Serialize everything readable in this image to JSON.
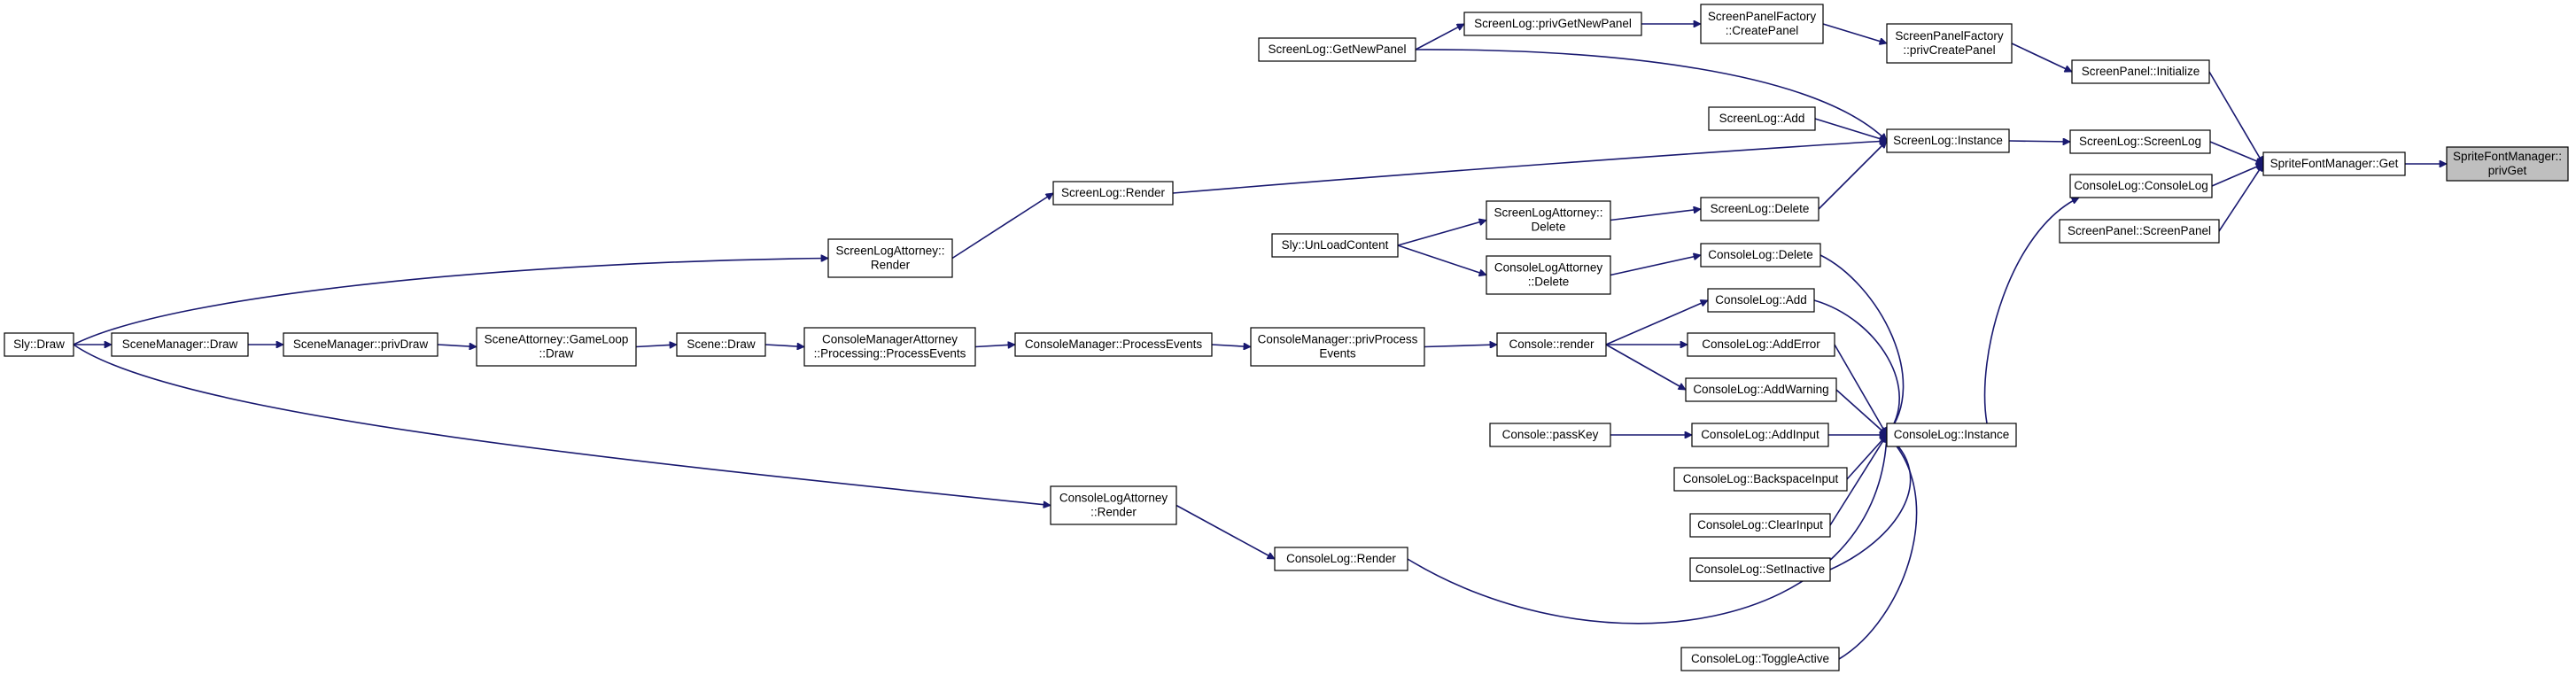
{
  "diagram": {
    "kind": "call-graph",
    "colors": {
      "edge": "#191970",
      "node_border": "#000000",
      "node_fill": "#ffffff",
      "focus_fill": "#bfbfbf"
    },
    "nodes": [
      {
        "id": "sprite_privget",
        "lines": [
          "SpriteFontManager::",
          "privGet"
        ],
        "focus": true
      },
      {
        "id": "sprite_get",
        "lines": [
          "SpriteFontManager::Get"
        ]
      },
      {
        "id": "screenpanel_init",
        "lines": [
          "ScreenPanel::Initialize"
        ]
      },
      {
        "id": "screenlog_ctor",
        "lines": [
          "ScreenLog::ScreenLog"
        ]
      },
      {
        "id": "consolelog_ctor",
        "lines": [
          "ConsoleLog::ConsoleLog"
        ]
      },
      {
        "id": "screenpanel_ctor",
        "lines": [
          "ScreenPanel::ScreenPanel"
        ]
      },
      {
        "id": "spf_privcreate",
        "lines": [
          "ScreenPanelFactory",
          "::privCreatePanel"
        ]
      },
      {
        "id": "spf_create",
        "lines": [
          "ScreenPanelFactory",
          "::CreatePanel"
        ]
      },
      {
        "id": "sl_privgetnew",
        "lines": [
          "ScreenLog::privGetNewPanel"
        ]
      },
      {
        "id": "sl_getnew",
        "lines": [
          "ScreenLog::GetNewPanel"
        ]
      },
      {
        "id": "sl_instance",
        "lines": [
          "ScreenLog::Instance"
        ]
      },
      {
        "id": "sl_add",
        "lines": [
          "ScreenLog::Add"
        ]
      },
      {
        "id": "sl_render",
        "lines": [
          "ScreenLog::Render"
        ]
      },
      {
        "id": "sl_delete",
        "lines": [
          "ScreenLog::Delete"
        ]
      },
      {
        "id": "sla_delete",
        "lines": [
          "ScreenLogAttorney::",
          "Delete"
        ]
      },
      {
        "id": "sla_render",
        "lines": [
          "ScreenLogAttorney::",
          "Render"
        ]
      },
      {
        "id": "sly_unload",
        "lines": [
          "Sly::UnLoadContent"
        ]
      },
      {
        "id": "sly_draw",
        "lines": [
          "Sly::Draw"
        ]
      },
      {
        "id": "scenemgr_draw",
        "lines": [
          "SceneManager::Draw"
        ]
      },
      {
        "id": "scenemgr_privdraw",
        "lines": [
          "SceneManager::privDraw"
        ]
      },
      {
        "id": "sceneatt_draw",
        "lines": [
          "SceneAttorney::GameLoop",
          "::Draw"
        ]
      },
      {
        "id": "scene_draw",
        "lines": [
          "Scene::Draw"
        ]
      },
      {
        "id": "cma_process",
        "lines": [
          "ConsoleManagerAttorney",
          "::Processing::ProcessEvents"
        ]
      },
      {
        "id": "cm_process",
        "lines": [
          "ConsoleManager::ProcessEvents"
        ]
      },
      {
        "id": "cm_privprocess",
        "lines": [
          "ConsoleManager::privProcess",
          "Events"
        ]
      },
      {
        "id": "console_render",
        "lines": [
          "Console::render"
        ]
      },
      {
        "id": "console_passkey",
        "lines": [
          "Console::passKey"
        ]
      },
      {
        "id": "cla_delete",
        "lines": [
          "ConsoleLogAttorney",
          "::Delete"
        ]
      },
      {
        "id": "cl_delete",
        "lines": [
          "ConsoleLog::Delete"
        ]
      },
      {
        "id": "cl_add",
        "lines": [
          "ConsoleLog::Add"
        ]
      },
      {
        "id": "cl_adderror",
        "lines": [
          "ConsoleLog::AddError"
        ]
      },
      {
        "id": "cl_addwarning",
        "lines": [
          "ConsoleLog::AddWarning"
        ]
      },
      {
        "id": "cl_addinput",
        "lines": [
          "ConsoleLog::AddInput"
        ]
      },
      {
        "id": "cl_backspace",
        "lines": [
          "ConsoleLog::BackspaceInput"
        ]
      },
      {
        "id": "cl_clearinput",
        "lines": [
          "ConsoleLog::ClearInput"
        ]
      },
      {
        "id": "cl_setinactive",
        "lines": [
          "ConsoleLog::SetInactive"
        ]
      },
      {
        "id": "cl_toggle",
        "lines": [
          "ConsoleLog::ToggleActive"
        ]
      },
      {
        "id": "cl_instance",
        "lines": [
          "ConsoleLog::Instance"
        ]
      },
      {
        "id": "cla_render",
        "lines": [
          "ConsoleLogAttorney",
          "::Render"
        ]
      },
      {
        "id": "cl_render",
        "lines": [
          "ConsoleLog::Render"
        ]
      }
    ],
    "edges": [
      {
        "from": "sprite_get",
        "to": "sprite_privget"
      },
      {
        "from": "screenpanel_init",
        "to": "sprite_get"
      },
      {
        "from": "screenlog_ctor",
        "to": "sprite_get"
      },
      {
        "from": "consolelog_ctor",
        "to": "sprite_get"
      },
      {
        "from": "screenpanel_ctor",
        "to": "sprite_get"
      },
      {
        "from": "spf_privcreate",
        "to": "screenpanel_init"
      },
      {
        "from": "spf_create",
        "to": "spf_privcreate"
      },
      {
        "from": "sl_privgetnew",
        "to": "spf_create"
      },
      {
        "from": "sl_getnew",
        "to": "sl_privgetnew"
      },
      {
        "from": "sl_instance",
        "to": "screenlog_ctor"
      },
      {
        "from": "sl_getnew",
        "to": "sl_instance"
      },
      {
        "from": "sl_add",
        "to": "sl_instance"
      },
      {
        "from": "sl_render",
        "to": "sl_instance"
      },
      {
        "from": "sl_delete",
        "to": "sl_instance"
      },
      {
        "from": "sla_delete",
        "to": "sl_delete"
      },
      {
        "from": "sly_unload",
        "to": "sla_delete"
      },
      {
        "from": "sly_unload",
        "to": "cla_delete"
      },
      {
        "from": "cla_delete",
        "to": "cl_delete"
      },
      {
        "from": "sla_render",
        "to": "sl_render"
      },
      {
        "from": "sly_draw",
        "to": "sla_render"
      },
      {
        "from": "sly_draw",
        "to": "scenemgr_draw"
      },
      {
        "from": "scenemgr_draw",
        "to": "scenemgr_privdraw"
      },
      {
        "from": "scenemgr_privdraw",
        "to": "sceneatt_draw"
      },
      {
        "from": "sceneatt_draw",
        "to": "scene_draw"
      },
      {
        "from": "scene_draw",
        "to": "cma_process"
      },
      {
        "from": "cma_process",
        "to": "cm_process"
      },
      {
        "from": "cm_process",
        "to": "cm_privprocess"
      },
      {
        "from": "cm_privprocess",
        "to": "console_render"
      },
      {
        "from": "console_render",
        "to": "cl_add"
      },
      {
        "from": "console_render",
        "to": "cl_adderror"
      },
      {
        "from": "console_render",
        "to": "cl_addwarning"
      },
      {
        "from": "console_passkey",
        "to": "cl_addinput"
      },
      {
        "from": "sly_draw",
        "to": "cla_render"
      },
      {
        "from": "cla_render",
        "to": "cl_render"
      },
      {
        "from": "cl_delete",
        "to": "cl_instance"
      },
      {
        "from": "cl_add",
        "to": "cl_instance"
      },
      {
        "from": "cl_adderror",
        "to": "cl_instance"
      },
      {
        "from": "cl_addwarning",
        "to": "cl_instance"
      },
      {
        "from": "cl_addinput",
        "to": "cl_instance"
      },
      {
        "from": "cl_backspace",
        "to": "cl_instance"
      },
      {
        "from": "cl_clearinput",
        "to": "cl_instance"
      },
      {
        "from": "cl_setinactive",
        "to": "cl_instance"
      },
      {
        "from": "cl_toggle",
        "to": "cl_instance"
      },
      {
        "from": "cl_render",
        "to": "cl_instance"
      },
      {
        "from": "cl_instance",
        "to": "consolelog_ctor"
      }
    ]
  }
}
